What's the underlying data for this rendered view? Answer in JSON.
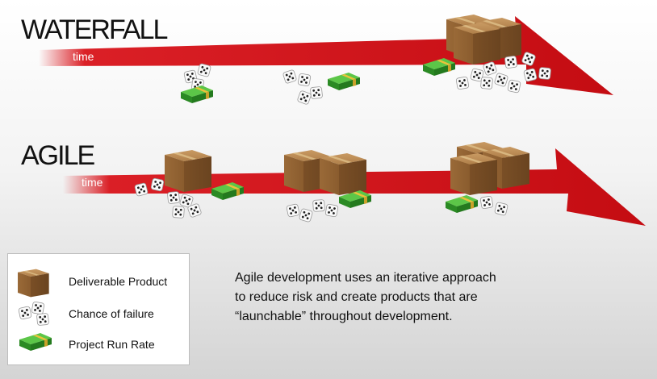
{
  "waterfall": {
    "title": "WATERFALL",
    "time_label": "time"
  },
  "agile": {
    "title": "AGILE",
    "time_label": "time"
  },
  "legend": {
    "items": [
      {
        "icon": "box-icon",
        "label": "Deliverable Product"
      },
      {
        "icon": "dice-icon",
        "label": "Chance of failure"
      },
      {
        "icon": "money-icon",
        "label": "Project Run Rate"
      }
    ]
  },
  "description": "Agile development uses an iterative approach to reduce risk and create products that are “launchable” throughout development.",
  "colors": {
    "arrow": "#d9141b",
    "box": "#a0703d",
    "money": "#2f9a2a",
    "tape": "#e9c23a"
  }
}
